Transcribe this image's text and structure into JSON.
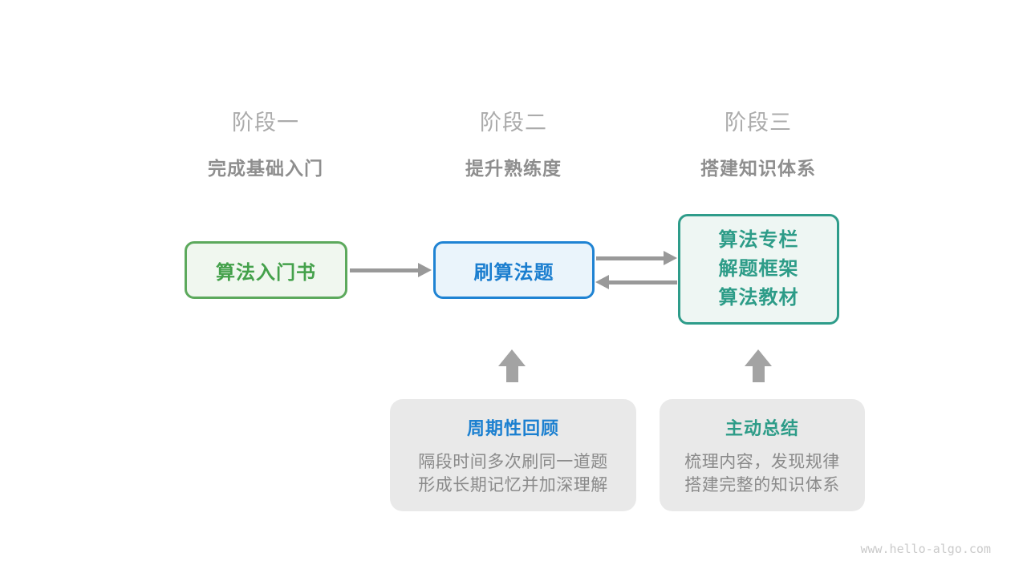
{
  "stages": [
    {
      "label": "阶段一",
      "subtitle": "完成基础入门"
    },
    {
      "label": "阶段二",
      "subtitle": "提升熟练度"
    },
    {
      "label": "阶段三",
      "subtitle": "搭建知识体系"
    }
  ],
  "nodes": {
    "intro_book": {
      "label": "算法入门书",
      "border_color": "#5ca95c",
      "fill_color": "#f0f7ef",
      "text_color": "#44a14b"
    },
    "practice": {
      "label": "刷算法题",
      "border_color": "#1f83d3",
      "fill_color": "#eaf4fb",
      "text_color": "#1b7ecf"
    },
    "knowledge": {
      "lines": [
        "算法专栏",
        "解题框架",
        "算法教材"
      ],
      "border_color": "#2e9c8a",
      "fill_color": "#eef6f3",
      "text_color": "#2d9c88"
    }
  },
  "notes": [
    {
      "title": "周期性回顾",
      "title_color": "#1c80d0",
      "lines": [
        "隔段时间多次刷同一道题",
        "形成长期记忆并加深理解"
      ]
    },
    {
      "title": "主动总结",
      "title_color": "#2d9c88",
      "lines": [
        "梳理内容，发现规律",
        "搭建完整的知识体系"
      ]
    }
  ],
  "arrows": {
    "color": "#999999"
  },
  "watermark": "www.hello-algo.com"
}
